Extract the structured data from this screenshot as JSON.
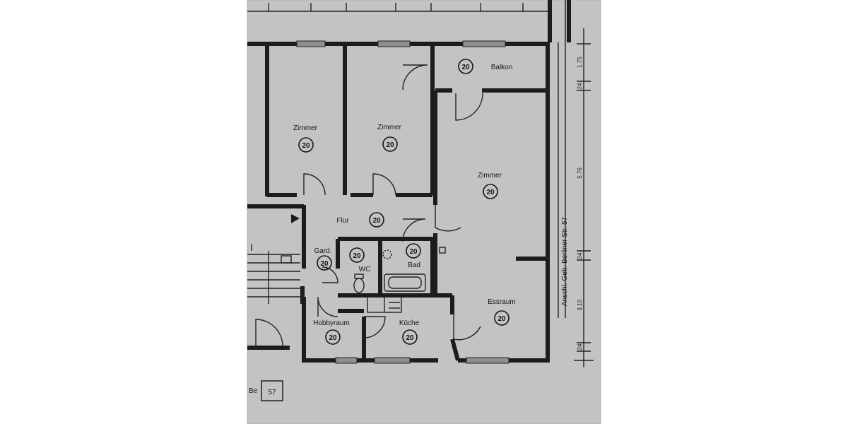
{
  "colors": {
    "paper": "#c3c3c3",
    "ink": "#1c1c1c",
    "margin": "#ffffff"
  },
  "rooms": [
    {
      "id": "zimmer-1",
      "label": "Zimmer",
      "number": "20"
    },
    {
      "id": "zimmer-2",
      "label": "Zimmer",
      "number": "20"
    },
    {
      "id": "balkon",
      "label": "Balkon",
      "number": "20"
    },
    {
      "id": "zimmer-3",
      "label": "Zimmer",
      "number": "20"
    },
    {
      "id": "flur",
      "label": "Flur",
      "number": "20"
    },
    {
      "id": "gard",
      "label": "Gard.",
      "number": "20"
    },
    {
      "id": "wc",
      "label": "WC",
      "number": "20"
    },
    {
      "id": "bad",
      "label": "Bad",
      "number": "20"
    },
    {
      "id": "hobbyraum",
      "label": "Hobbyraum",
      "number": "20"
    },
    {
      "id": "kueche",
      "label": "Küche",
      "number": "20"
    },
    {
      "id": "essraum",
      "label": "Essraum",
      "number": "20"
    }
  ],
  "street_label": "Anschl. Geb. Berliner Str. 57",
  "dimensions": [
    "1.75",
    "24",
    "5.76",
    "24",
    "3.10",
    "24"
  ],
  "plan_code_prefix": "Be",
  "plan_number": "57"
}
